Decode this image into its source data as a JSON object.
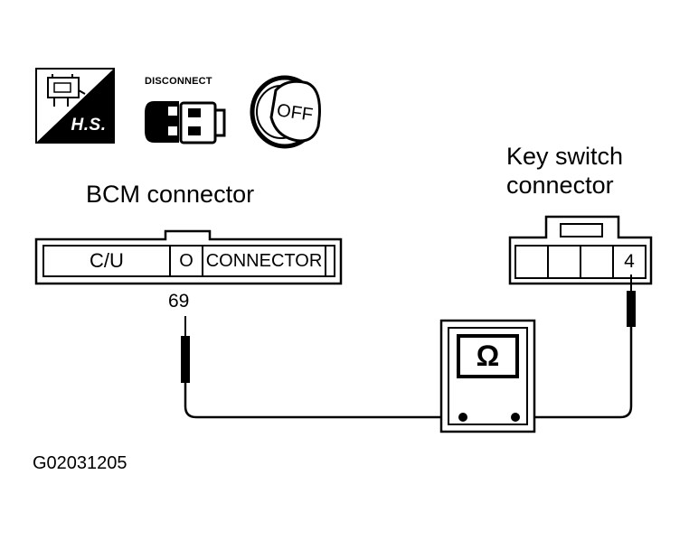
{
  "icons": {
    "hs_label": "H.S.",
    "disconnect_label": "DISCONNECT",
    "ignition_label": "OFF"
  },
  "bcm": {
    "title": "BCM connector",
    "cu_label": "C/U",
    "o_label": "O",
    "connector_label": "CONNECTOR",
    "terminal": "69"
  },
  "key_switch": {
    "title_line1": "Key switch",
    "title_line2": "connector",
    "terminal": "4"
  },
  "meter": {
    "symbol": "Ω"
  },
  "figure_code": "G02031205"
}
